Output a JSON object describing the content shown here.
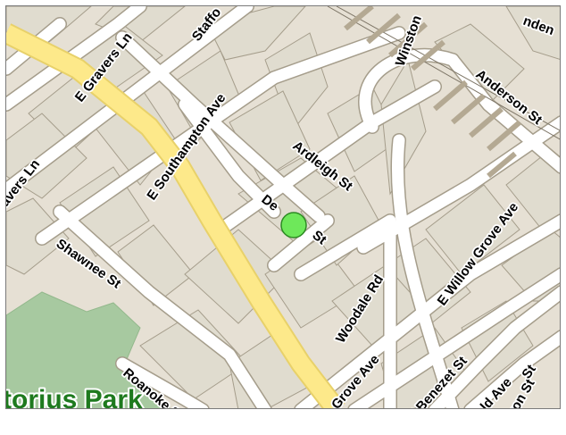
{
  "map": {
    "colors": {
      "land": "#e6e0d4",
      "block": "#e0dccf",
      "block_edge": "#a59d8b",
      "road": "#ffffff",
      "road_edge": "#a59d8b",
      "highway": "#fde98a",
      "highway_edge": "#e8d16a",
      "park": "#a7c9a0",
      "rail_tie": "#b4a993",
      "marker": "#6ee85a",
      "marker_edge": "#2c8a22"
    },
    "streets": {
      "e_gravers_ln": "E Gravers Ln",
      "gravers_ln_w": "avers Ln",
      "stafford": "Staffo",
      "e_southampton_ave": "E Southampton Ave",
      "winston": "Winston",
      "ogden": "nden",
      "anderson_st": "Anderson St",
      "ardleigh_st": "Ardleigh St",
      "de_st_top": "De",
      "de_st_bottom": "St",
      "shawnee_st": "Shawnee St",
      "e_willow_grove_ave": "E Willow Grove Ave",
      "woodale_rd": "Woodale Rd",
      "grove_ave": "Grove Ave",
      "roanoke_st": "Roanoke St",
      "e_benezet_st": "E Benezet St",
      "field_ave": "ifield Ave",
      "devon_st": "evon St",
      "st_fragment": "St"
    },
    "park_name": "torius Park",
    "marker_label": "location-marker"
  }
}
